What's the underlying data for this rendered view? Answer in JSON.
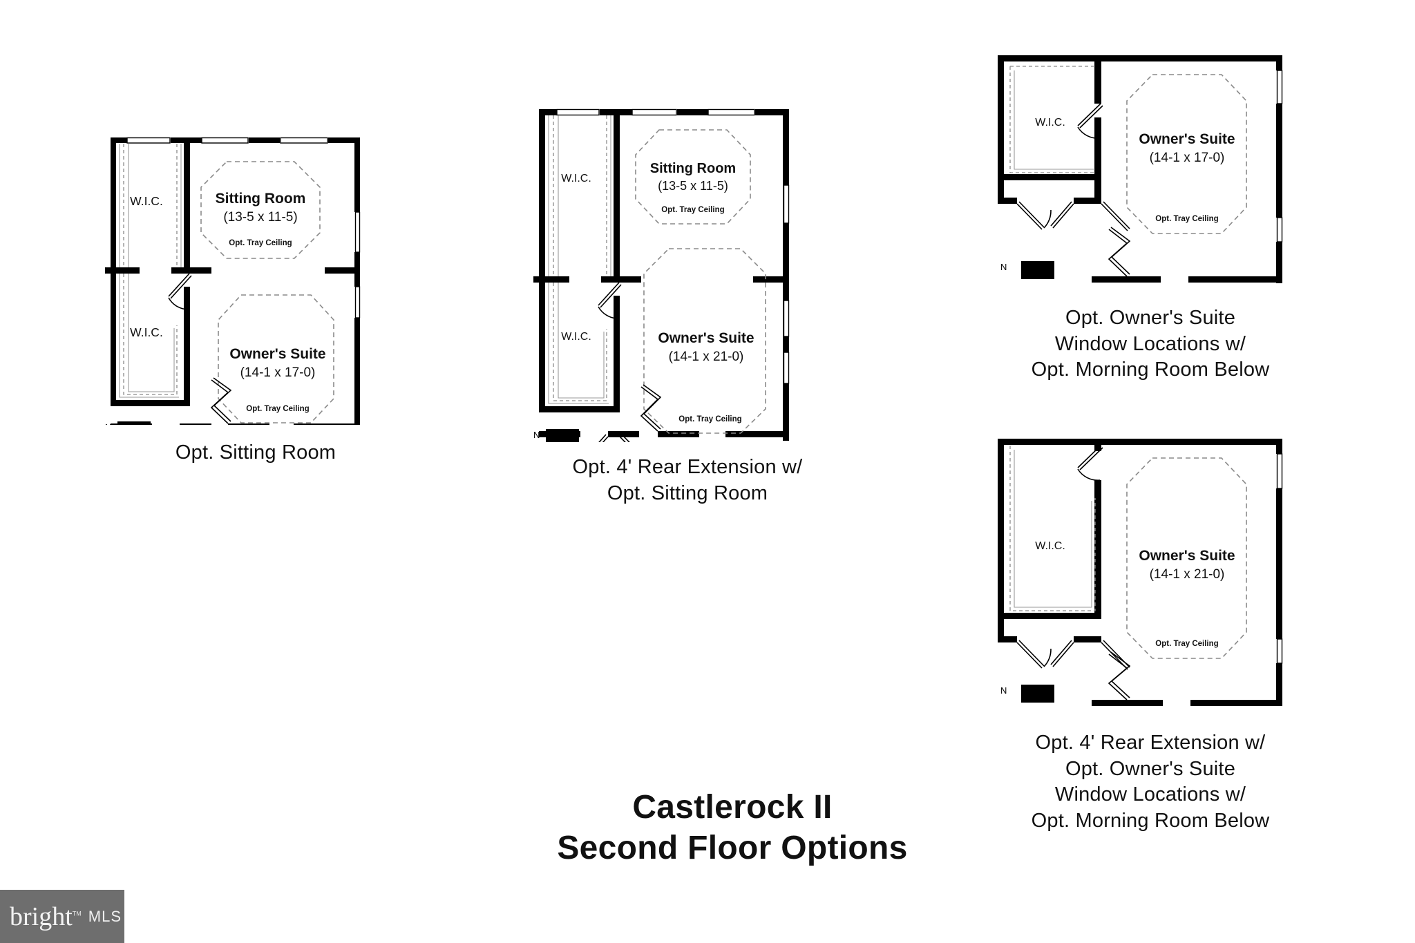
{
  "title": {
    "line1": "Castlerock II",
    "line2": "Second Floor Options"
  },
  "watermark": {
    "brand": "bright",
    "tm": "TM",
    "suffix": "MLS"
  },
  "labels": {
    "wic": "W.I.C.",
    "tray_ceiling": "Opt. Tray Ceiling",
    "compass_n": "N",
    "sitting_room": "Sitting Room",
    "sitting_room_dims": "(13-5 x 11-5)",
    "owners_suite": "Owner's Suite",
    "owners_suite_dims_17": "(14-1 x 17-0)",
    "owners_suite_dims_21": "(14-1 x 21-0)"
  },
  "plans": [
    {
      "id": "plan1",
      "caption_lines": [
        "Opt. Sitting Room"
      ],
      "rooms": [
        {
          "name": "W.I.C.",
          "dims": null
        },
        {
          "name": "W.I.C.",
          "dims": null
        },
        {
          "name": "Sitting Room",
          "dims": "(13-5 x 11-5)",
          "note": "Opt. Tray Ceiling"
        },
        {
          "name": "Owner's Suite",
          "dims": "(14-1 x 17-0)",
          "note": "Opt. Tray Ceiling"
        }
      ]
    },
    {
      "id": "plan2",
      "caption_lines": [
        "Opt. 4' Rear Extension w/",
        "Opt. Sitting Room"
      ],
      "rooms": [
        {
          "name": "W.I.C.",
          "dims": null
        },
        {
          "name": "W.I.C.",
          "dims": null
        },
        {
          "name": "Sitting Room",
          "dims": "(13-5 x 11-5)",
          "note": "Opt. Tray Ceiling"
        },
        {
          "name": "Owner's Suite",
          "dims": "(14-1 x 21-0)",
          "note": "Opt. Tray Ceiling"
        }
      ]
    },
    {
      "id": "plan3",
      "caption_lines": [
        "Opt. Owner's Suite",
        "Window Locations w/",
        "Opt. Morning Room Below"
      ],
      "rooms": [
        {
          "name": "W.I.C.",
          "dims": null
        },
        {
          "name": "Owner's Suite",
          "dims": "(14-1 x 17-0)",
          "note": "Opt. Tray Ceiling"
        }
      ]
    },
    {
      "id": "plan4",
      "caption_lines": [
        "Opt. 4' Rear Extension w/",
        "Opt. Owner's Suite",
        "Window Locations w/",
        "Opt. Morning Room Below"
      ],
      "rooms": [
        {
          "name": "W.I.C.",
          "dims": null
        },
        {
          "name": "Owner's Suite",
          "dims": "(14-1 x 21-0)",
          "note": "Opt. Tray Ceiling"
        }
      ]
    }
  ],
  "colors": {
    "wall": "#000000",
    "background": "#ffffff",
    "text": "#111111",
    "dashed": "#8a8a8a",
    "watermark_bg": "#6e6e6e",
    "watermark_accent": "#e8662a"
  }
}
